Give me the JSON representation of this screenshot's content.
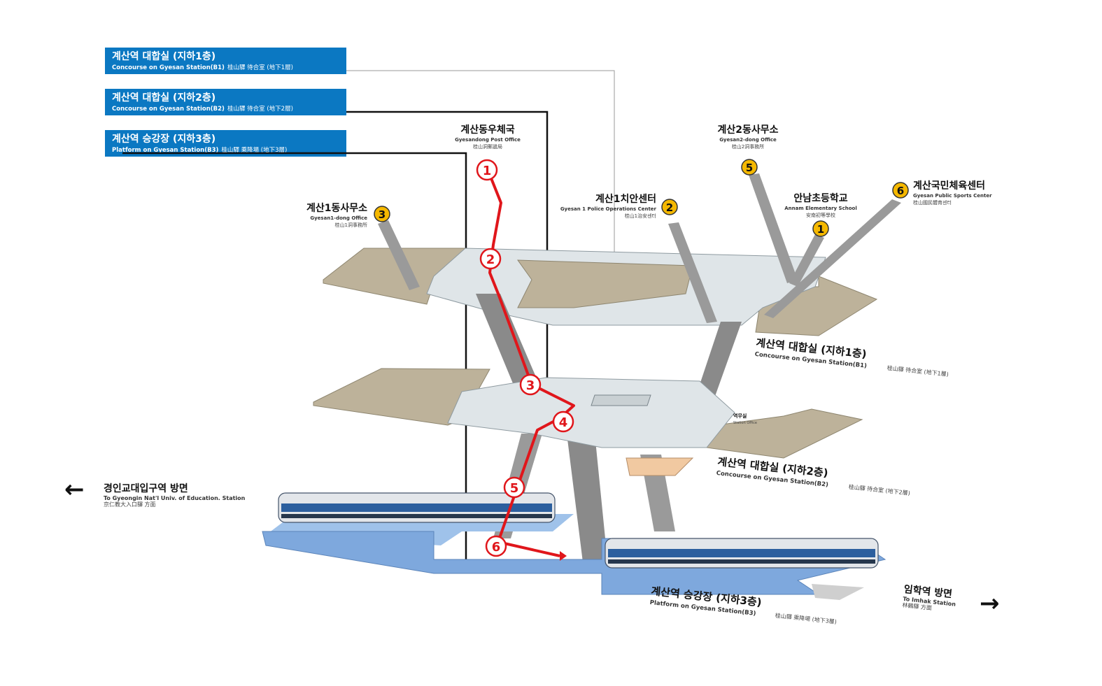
{
  "legend": [
    {
      "ko": "계산역 대합실 (지하1층)",
      "en": "Concourse on Gyesan Station(B1)",
      "han": "桂山驛 待合室 (地下1層)"
    },
    {
      "ko": "계산역 대합실 (지하2층)",
      "en": "Concourse on Gyesan Station(B2)",
      "han": "桂山驛 待合室 (地下2層)"
    },
    {
      "ko": "계산역 승강장 (지하3층)",
      "en": "Platform on Gyesan Station(B3)",
      "han": "桂山驛 乘降場 (地下3層)"
    }
  ],
  "levels": {
    "b1": {
      "ko": "계산역 대합실 (지하1층)",
      "en": "Concourse on Gyesan Station(B1)",
      "han": "桂山驛 待合室 (地下1層)"
    },
    "b2": {
      "ko": "계산역 대합실 (지하2층)",
      "en": "Concourse on Gyesan Station(B2)",
      "han": "桂山驛 待合室 (地下2層)"
    },
    "b3": {
      "ko": "계산역 승강장 (지하3층)",
      "en": "Platform on Gyesan Station(B3)",
      "han": "桂山驛 乘降場 (地下3層)"
    }
  },
  "exits": {
    "e1": {
      "number": "1",
      "ko": "안남초등학교",
      "en": "Annam Elementary School",
      "han": "安南初等學校"
    },
    "e2": {
      "number": "2",
      "ko": "계산1치안센터",
      "en": "Gyesan 1 Police Operations Center",
      "han": "桂山1治安센터"
    },
    "e3": {
      "number": "3",
      "ko": "계산1동사무소",
      "en": "Gyesan1-dong Office",
      "han": "桂山1洞事務所"
    },
    "e5": {
      "number": "5",
      "ko": "계산2동사무소",
      "en": "Gyesan2-dong Office",
      "han": "桂山2洞事務所"
    },
    "e6": {
      "number": "6",
      "ko": "계산국민체육센터",
      "en": "Gyesan Public Sports Center",
      "han": "桂山國民體育센터"
    },
    "post": {
      "ko": "계산동우체국",
      "en": "Gyesandong Post Office",
      "han": "桂山洞郵遞局"
    }
  },
  "route_steps": [
    "1",
    "2",
    "3",
    "4",
    "5",
    "6"
  ],
  "directions": {
    "left": {
      "ko": "경인교대입구역 방면",
      "en": "To Gyeongin Nat'l Univ. of Education. Station",
      "han": "京仁教大入口驛 方面"
    },
    "right": {
      "ko": "임학역 방면",
      "en": "To Imhak Station",
      "han": "林鶴驛 方面"
    }
  },
  "rooms": {
    "station_office_ko": "역무실",
    "station_office_en": "Station Office"
  },
  "colors": {
    "legend_bg": "#0b78c2",
    "route": "#e0161b",
    "exit_badge": "#f5b800",
    "concourse_floor": "#dfe5e8",
    "outer_floor": "#bdb29a",
    "platform": "#7ea8dd",
    "train": "#2c5f9e"
  }
}
